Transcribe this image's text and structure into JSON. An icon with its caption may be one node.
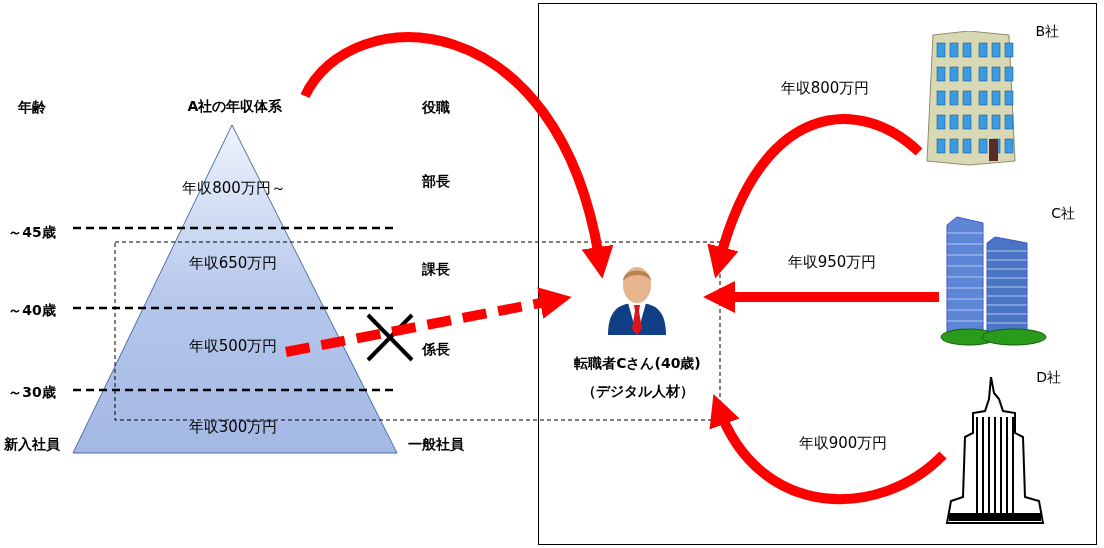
{
  "diagram": {
    "nodes": [
      {
        "text": [
          "A社の年収体系"
        ]
      },
      {
        "text": [
          "年収800万円～"
        ],
        "in": 0
      },
      {
        "text": [
          "年収650万円"
        ],
        "in": 0
      },
      {
        "text": [
          "年収500万円"
        ],
        "in": 0
      },
      {
        "text": [
          "年収300万円"
        ],
        "in": 0
      },
      {
        "text": [],
        "shape": "box"
      },
      {
        "text": [
          "転職者Cさん(40歳)",
          "（デジタル人材）"
        ],
        "in": 5
      },
      {
        "text": [
          "B社"
        ],
        "in": 5
      },
      {
        "text": [
          "C社"
        ],
        "in": 5
      },
      {
        "text": [
          "D社"
        ],
        "in": 5
      }
    ],
    "edges": [
      {
        "from": 0,
        "to": 6,
        "arrow": "to"
      },
      {
        "from": 3,
        "to": 6,
        "arrow": "to",
        "style": "dashed"
      },
      {
        "from": 7,
        "to": 6,
        "arrow": "to",
        "label": "年収800万円"
      },
      {
        "from": 8,
        "to": 6,
        "arrow": "to",
        "label": "年収950万円"
      },
      {
        "from": 9,
        "to": 6,
        "arrow": "to",
        "label": "年収900万円"
      }
    ],
    "labels": [
      "年齢",
      "役職",
      "部長",
      "～45歳",
      "課長",
      "～40歳",
      "係長",
      "～30歳",
      "新入社員",
      "一般社員"
    ]
  }
}
